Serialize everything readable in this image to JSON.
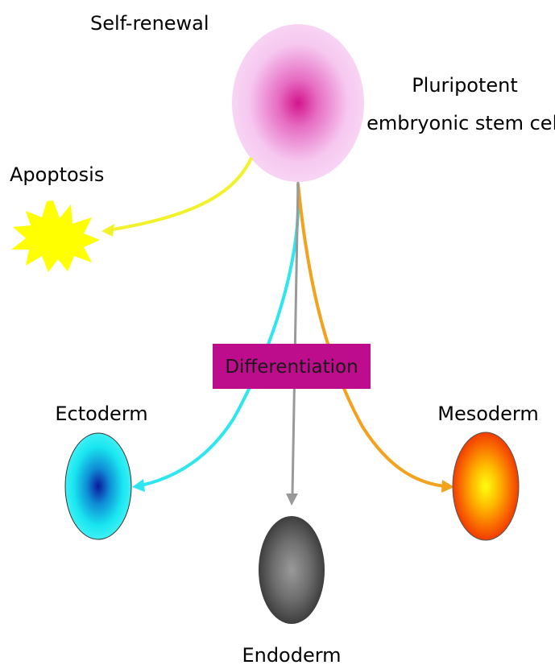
{
  "labels": {
    "self_renewal": "Self-renewal",
    "stem_cell_line1": "Pluripotent",
    "stem_cell_line2": "embryonic stem cell",
    "apoptosis": "Apoptosis",
    "differentiation": "Differentiation",
    "ectoderm": "Ectoderm",
    "mesoderm": "Mesoderm",
    "endoderm": "Endoderm"
  },
  "colors": {
    "stem_cell_outer": "#f6c8f0",
    "stem_cell_center": "#d4148c",
    "apoptosis_arrow": "#f2f22a",
    "apoptosis_burst": "#ffff00",
    "ectoderm_arrow": "#2ee6f0",
    "endoderm_arrow": "#999999",
    "mesoderm_arrow": "#f2a21c",
    "differentiation_box": "#bd0c8c",
    "ectoderm_center": "#0a1a9c",
    "ectoderm_outer": "#19e6f0",
    "endoderm_center": "#9a9a9a",
    "endoderm_outer": "#3e3e3e",
    "mesoderm_center": "#ffff10",
    "mesoderm_outer": "#f03c00"
  }
}
